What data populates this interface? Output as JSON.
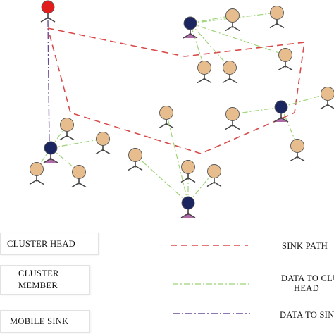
{
  "colors": {
    "sink_path": "#d94a4a",
    "data_to_cluster_head": "#9ed478",
    "data_to_sink": "#6a4a98",
    "cluster_head_fill": "#1b2560",
    "cluster_member_fill": "#e8bd8e",
    "mobile_sink_fill": "#e01e1e",
    "node_leg": "#444444"
  },
  "icons": {
    "cluster_head": "cluster-head-node-icon",
    "cluster_member": "cluster-member-node-icon",
    "mobile_sink": "mobile-sink-node-icon"
  },
  "legend": {
    "cluster_head": "CLUSTER HEAD",
    "cluster_member_line1": "CLUSTER",
    "cluster_member_line2": "MEMBER",
    "mobile_sink": "MOBILE SINK",
    "sink_path": "SINK PATH",
    "data_to_cluster_head_line1": "DATA TO CLUSTER",
    "data_to_cluster_head_line2": "HEAD",
    "data_to_sink": "DATA TO SINK"
  }
}
